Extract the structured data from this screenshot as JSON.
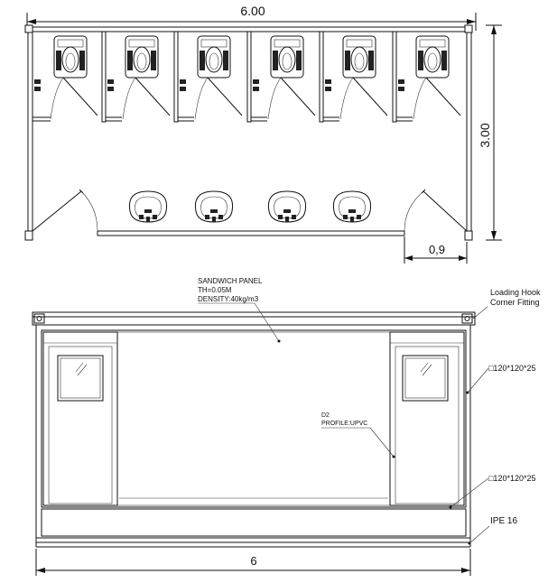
{
  "plan": {
    "width_dim": "6.00",
    "depth_dim": "3.00",
    "door_dim": "0,9",
    "stall_count": 6,
    "basin_count": 4
  },
  "elevation": {
    "width_dim": "6",
    "labels": {
      "panel_title": "SANDWICH PANEL",
      "panel_th": "TH=0.05M",
      "panel_density": "DENSITY:40kg/m3",
      "door_code": "D2",
      "door_profile": "PROFILE:UPVC",
      "loading_hook": "Loading Hook",
      "corner_fitting": "Corner Fitting",
      "post_top": "□120*120*25",
      "post_bottom": "□120*120*25",
      "base_beam": "IPE 16"
    }
  }
}
